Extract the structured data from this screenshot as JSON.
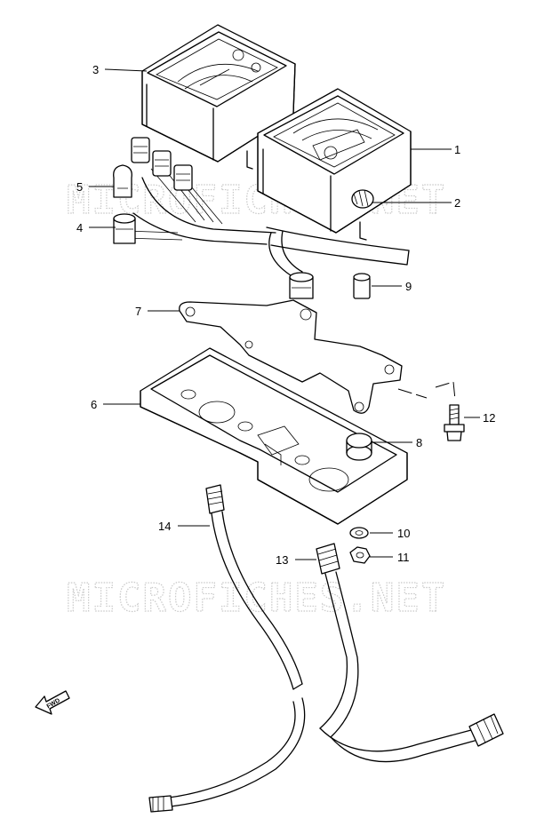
{
  "watermark": {
    "text_top": "MICROFICHES.NET",
    "text_bottom": "MICROFICHES.NET"
  },
  "fwd_label": "FWD",
  "callouts": {
    "c1": "1",
    "c2": "2",
    "c3": "3",
    "c4": "4",
    "c5": "5",
    "c6": "6",
    "c7": "7",
    "c8": "8",
    "c9": "9",
    "c10": "10",
    "c11": "11",
    "c12": "12",
    "c13": "13",
    "c14": "14"
  },
  "colors": {
    "line": "#000000",
    "watermark": "#c9c9c9",
    "background": "#ffffff"
  }
}
